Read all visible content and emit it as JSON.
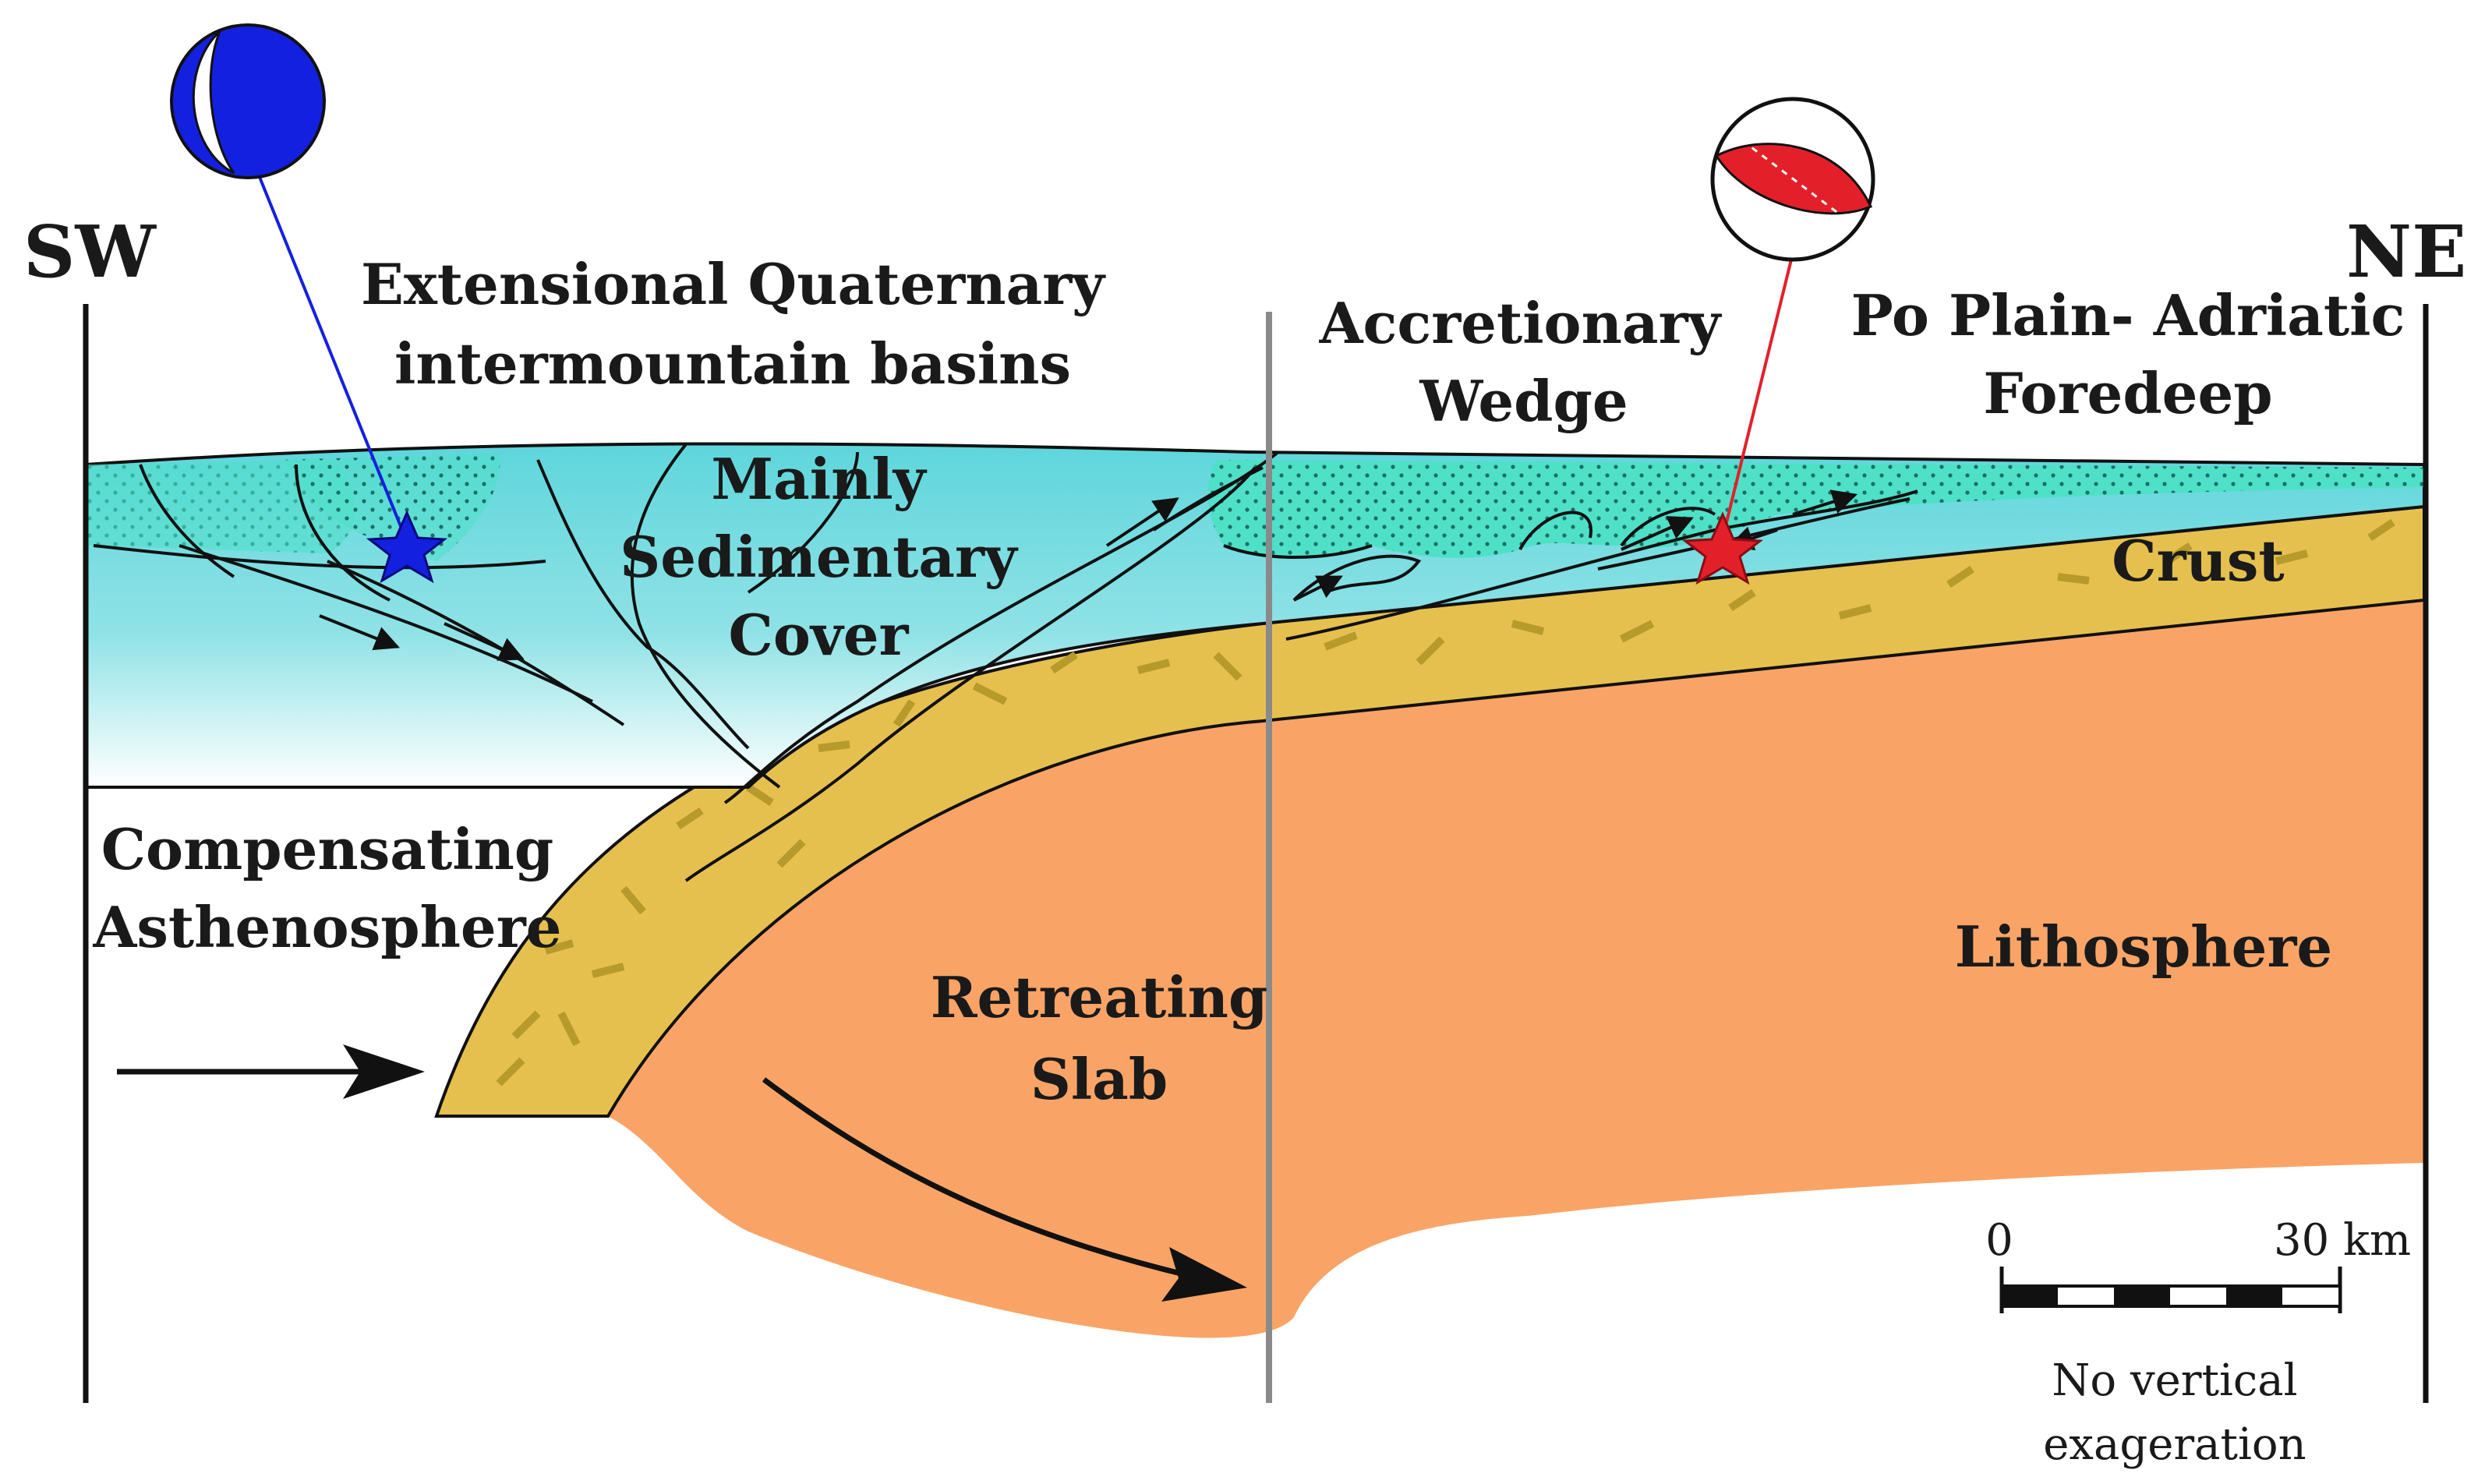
{
  "labels": {
    "sw": "SW",
    "ne": "NE",
    "basins_line1": "Extensional Quaternary",
    "basins_line2": "intermountain basins",
    "cover_line1": "Mainly",
    "cover_line2": "Sedimentary",
    "cover_line3": "Cover",
    "wedge_line1": "Accretionary",
    "wedge_line2": "Wedge",
    "foredeep_line1": "Po Plain- Adriatic",
    "foredeep_line2": "Foredeep",
    "crust": "Crust",
    "asth_line1": "Compensating",
    "asth_line2": "Asthenosphere",
    "slab_line1": "Retreating",
    "slab_line2": "Slab",
    "lithosphere": "Lithosphere"
  },
  "scale_bar": {
    "start": "0",
    "end": "30 km",
    "note_line1": "No vertical",
    "note_line2": "exageration"
  },
  "colors": {
    "sediment": "#5ed6dc",
    "foredeep_fill": "#4fe0c8",
    "crust": "#e6c04e",
    "crust_dash": "#b79a2c",
    "lithosphere": "#f9a466",
    "extensional_event": "#1420e0",
    "compressional_event": "#e3202a"
  },
  "icons": {
    "extensional_focal": "extensional-focal-mechanism-icon",
    "compressional_focal": "compressional-focal-mechanism-icon",
    "epicenter": "star-icon"
  }
}
